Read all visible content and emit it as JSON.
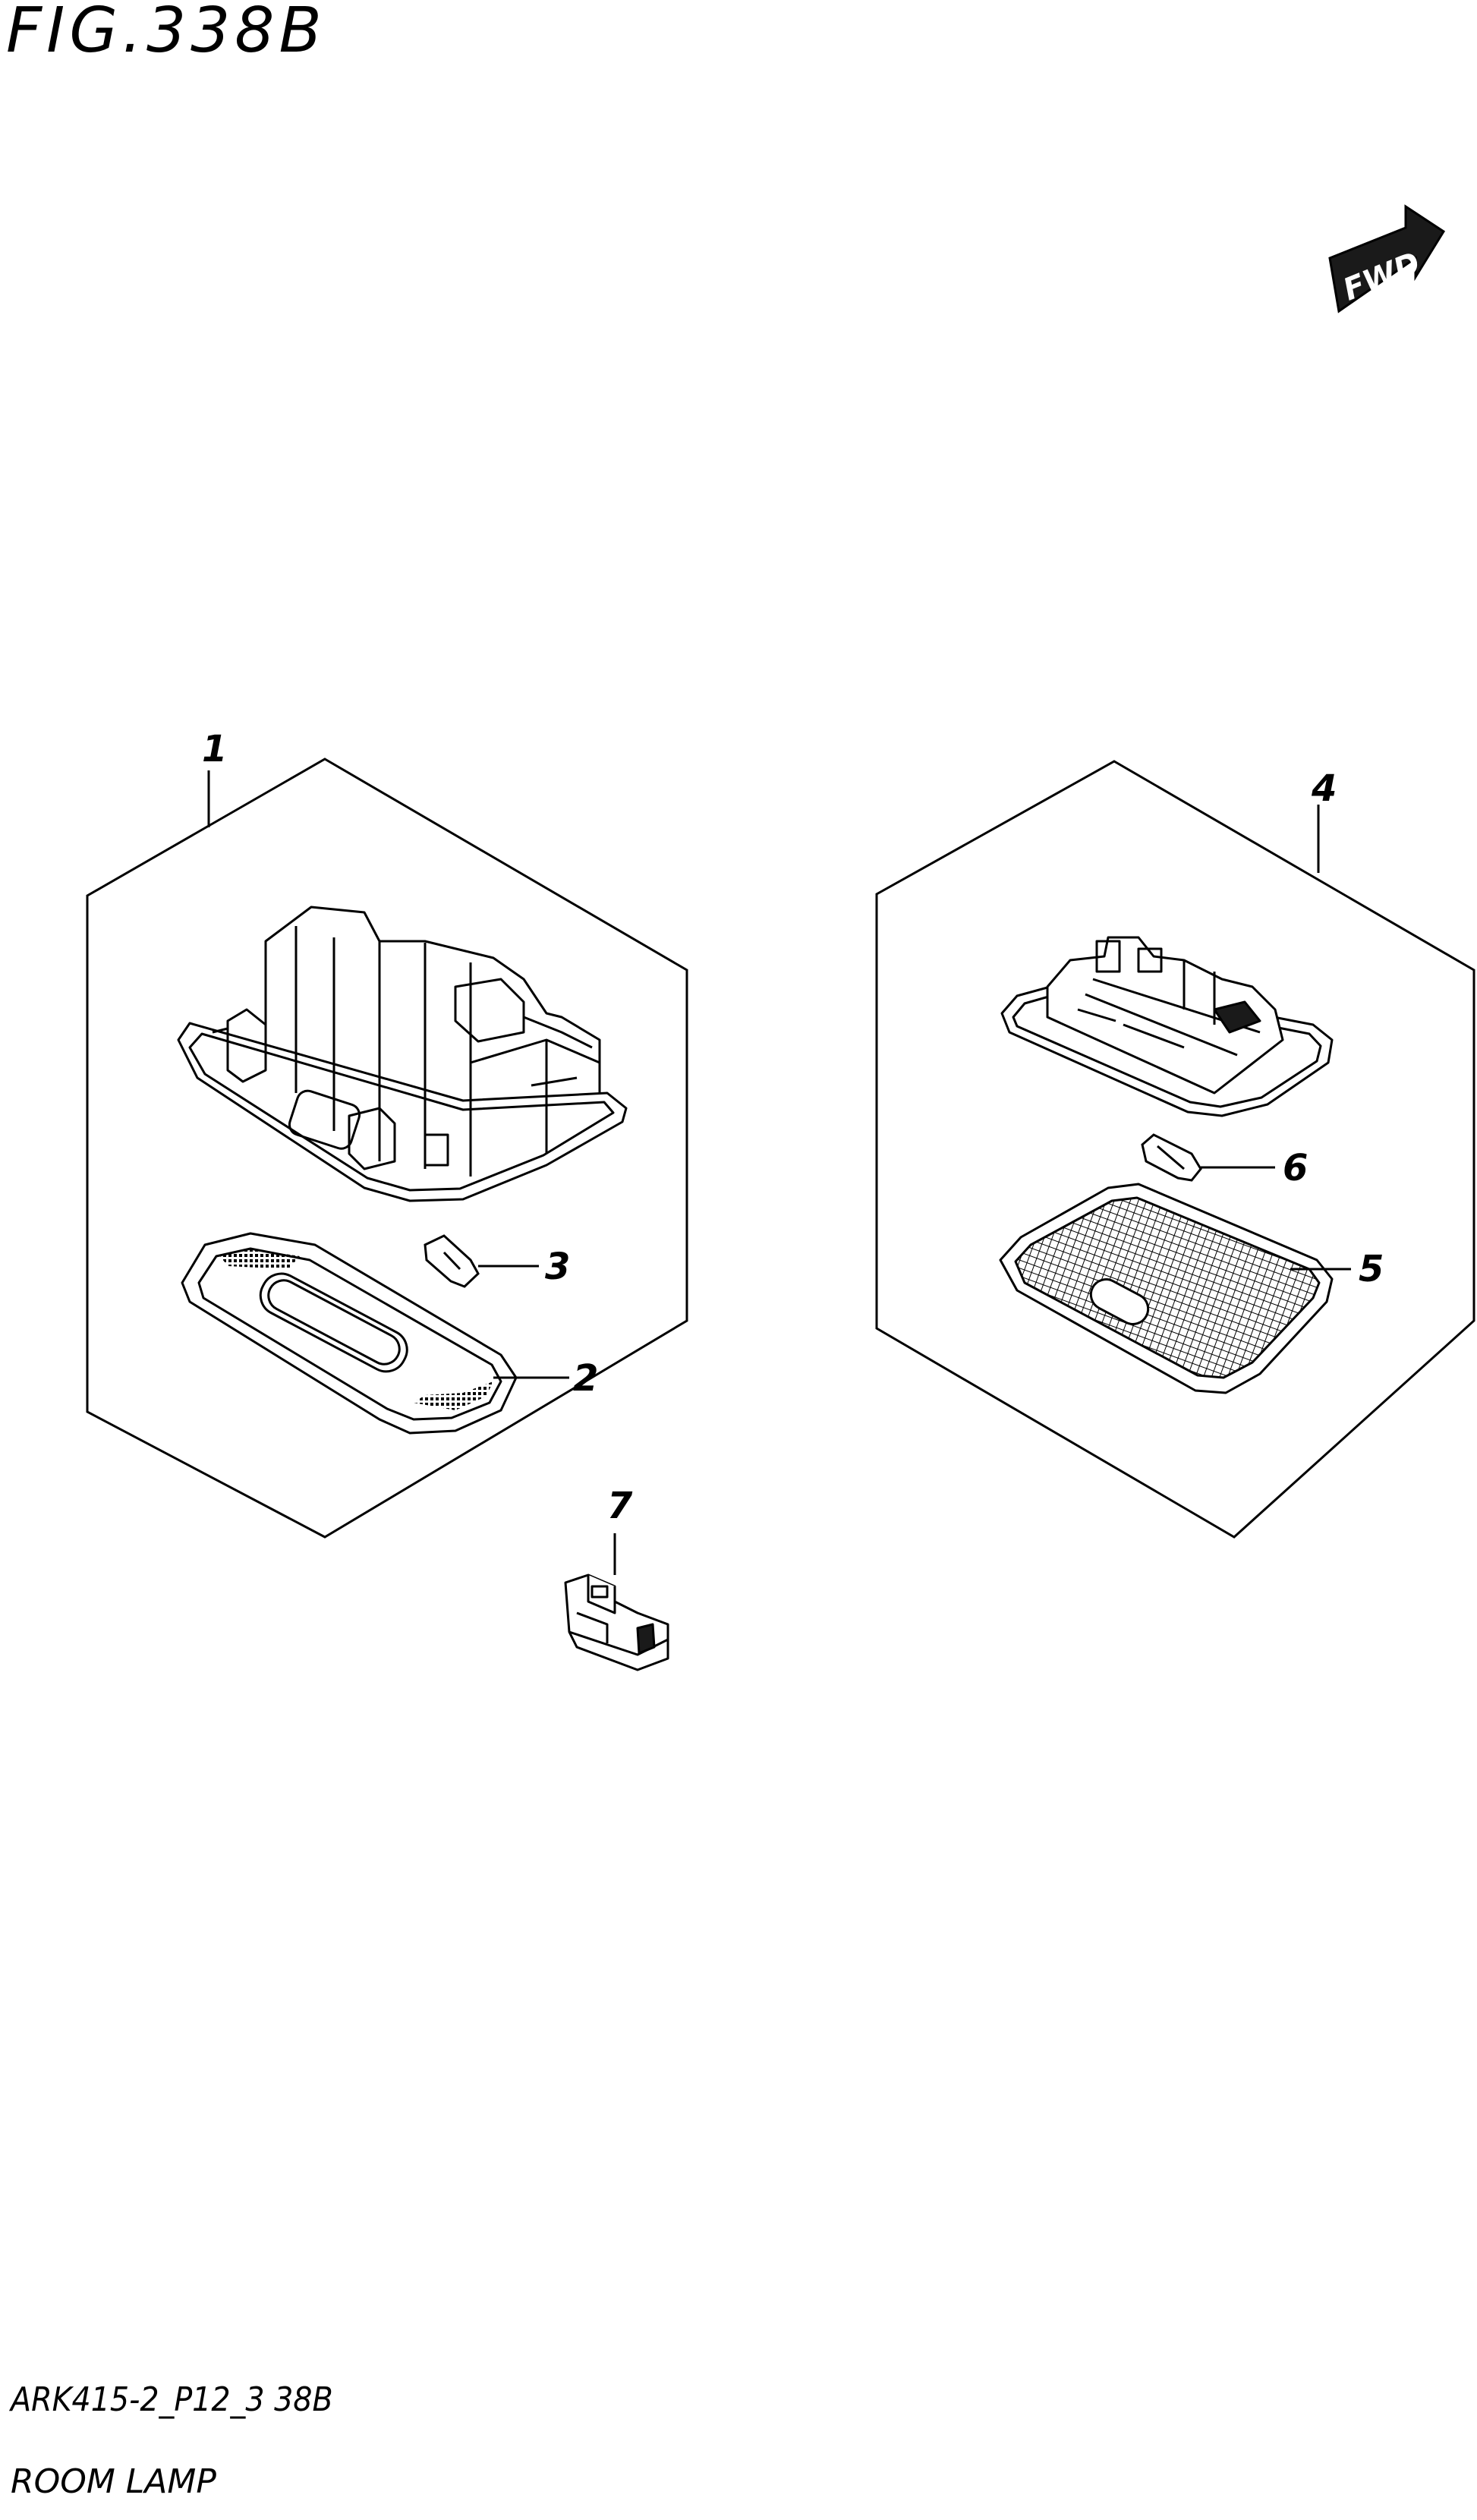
{
  "figure": {
    "title": "FIG.338B",
    "code": "ARK415-2_P12_3 38B",
    "name": "ROOM LAMP"
  },
  "fwd_arrow": {
    "label": "FWD",
    "icon": "fwd-arrow-icon"
  },
  "callouts": {
    "c1": "1",
    "c2": "2",
    "c3": "3",
    "c4": "4",
    "c5": "5",
    "c6": "6",
    "c7": "7"
  },
  "colors": {
    "line": "#000000",
    "background": "#ffffff",
    "fill_dark": "#1a1a1a",
    "fill_grey": "#dcdcdc"
  }
}
